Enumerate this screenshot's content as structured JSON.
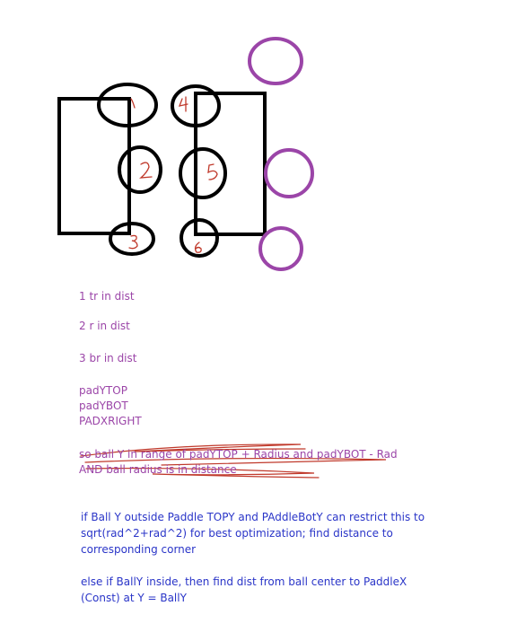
{
  "diagram": {
    "paddles": [
      {
        "name": "left-paddle"
      },
      {
        "name": "right-paddle"
      }
    ],
    "circle_labels": [
      "1",
      "2",
      "3",
      "4",
      "5",
      "6"
    ],
    "colors": {
      "ink": "#000000",
      "annotation": "#9b45a8",
      "note_blue": "#2a35c8",
      "scribble": "#c0392b"
    }
  },
  "notes": {
    "tr": "1 tr in dist",
    "r": "2 r in dist",
    "br": "3 br in dist",
    "vars": [
      "padYTOP",
      "padYBOT",
      "PADXRIGHT"
    ],
    "struck": [
      "so ball Y in range of padYTOP + Radius and padYBOT - Rad",
      "AND ball radius is in distance"
    ],
    "outside": [
      "if Ball Y outside Paddle TOPY and PAddleBotY can restrict this to",
      "sqrt(rad^2+rad^2) for best optimization; find distance to",
      "corresponding corner"
    ],
    "inside": [
      "else if BallY inside, then find dist from ball center to PaddleX",
      "(Const) at Y = BallY"
    ]
  }
}
